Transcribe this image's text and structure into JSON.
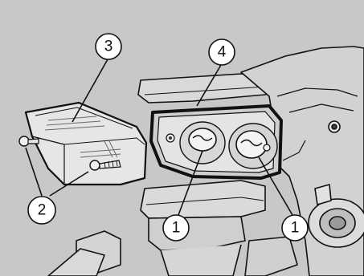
{
  "figure": {
    "description_free": true,
    "callouts": [
      {
        "id": "c1",
        "label": "3"
      },
      {
        "id": "c2",
        "label": "4"
      },
      {
        "id": "c3",
        "label": "2"
      },
      {
        "id": "c4",
        "label": "1"
      },
      {
        "id": "c5",
        "label": "1"
      }
    ],
    "colors": {
      "background": "#c8c8c8",
      "part_fill": "#e9e9e9",
      "part_shade": "#bdbdbd",
      "outline": "#111111"
    }
  }
}
